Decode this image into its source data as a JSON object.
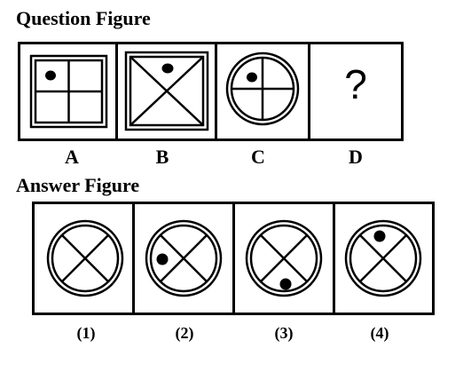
{
  "question_section": {
    "heading": "Question Figure",
    "figures": [
      {
        "label": "A",
        "shape": "square-with-cross",
        "dot": "top-left"
      },
      {
        "label": "B",
        "shape": "square-with-diagonals",
        "dot": "top"
      },
      {
        "label": "C",
        "shape": "circle-with-cross",
        "dot": "top-left"
      },
      {
        "label": "D",
        "shape": "unknown",
        "content": "?"
      }
    ]
  },
  "answer_section": {
    "heading": "Answer Figure",
    "options": [
      {
        "label": "(1)",
        "shape": "circle-with-diagonals",
        "dot": "none"
      },
      {
        "label": "(2)",
        "shape": "circle-with-diagonals",
        "dot": "left"
      },
      {
        "label": "(3)",
        "shape": "circle-with-diagonals",
        "dot": "bottom"
      },
      {
        "label": "(4)",
        "shape": "circle-with-diagonals",
        "dot": "top"
      }
    ]
  },
  "colors": {
    "ink": "#000000",
    "background": "#ffffff"
  }
}
